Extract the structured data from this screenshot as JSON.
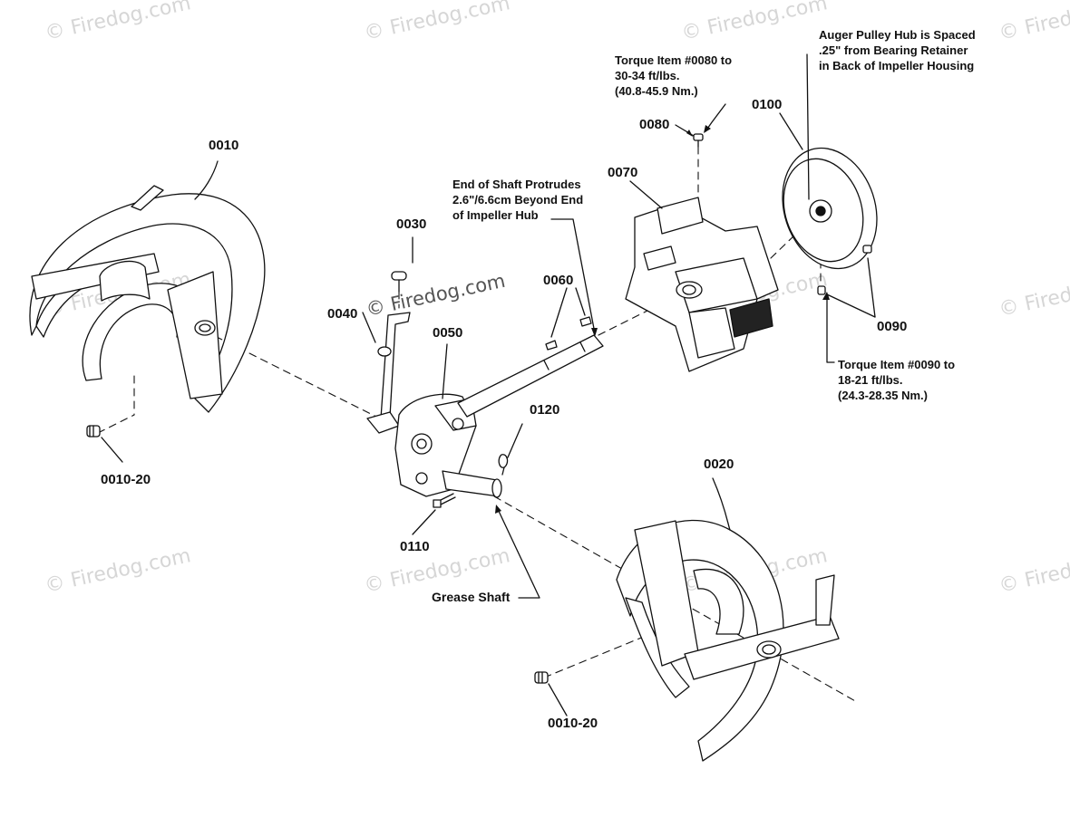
{
  "watermark": "© Firedog.com",
  "parts": {
    "p0010": "0010",
    "p0010_20_left": "0010-20",
    "p0010_20_right": "0010-20",
    "p0020": "0020",
    "p0030": "0030",
    "p0040": "0040",
    "p0050": "0050",
    "p0060": "0060",
    "p0070": "0070",
    "p0080": "0080",
    "p0090": "0090",
    "p0100": "0100",
    "p0110": "0110",
    "p0120": "0120"
  },
  "notes": {
    "torque0080": [
      "Torque Item #0080 to",
      "30-34 ft/lbs.",
      "(40.8-45.9 Nm.)"
    ],
    "auger_pulley": [
      "Auger Pulley Hub is Spaced",
      ".25\" from Bearing Retainer",
      "in Back of Impeller Housing"
    ],
    "shaft_end": [
      "End of Shaft Protrudes",
      "2.6\"/6.6cm Beyond End",
      "of Impeller Hub"
    ],
    "torque0090": [
      "Torque Item #0090 to",
      "18-21 ft/lbs.",
      "(24.3-28.35 Nm.)"
    ],
    "grease_shaft": "Grease Shaft"
  }
}
